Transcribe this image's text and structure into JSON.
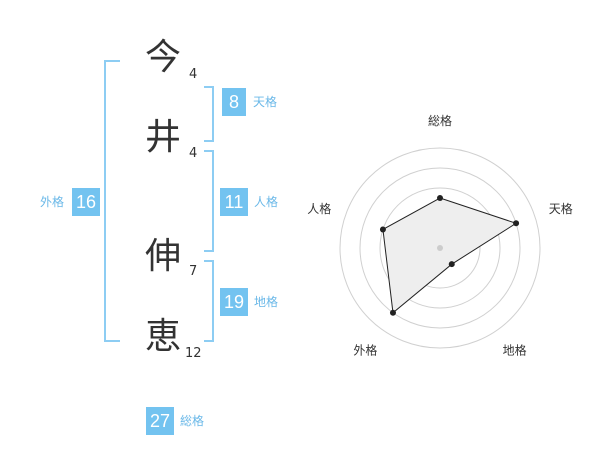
{
  "name": {
    "chars": [
      {
        "char": "今",
        "strokes": "4"
      },
      {
        "char": "井",
        "strokes": "4"
      },
      {
        "char": "伸",
        "strokes": "7"
      },
      {
        "char": "恵",
        "strokes": "12"
      }
    ]
  },
  "kaku": {
    "tenkaku": {
      "value": "8",
      "label": "天格"
    },
    "jinkaku": {
      "value": "11",
      "label": "人格"
    },
    "chikaku": {
      "value": "19",
      "label": "地格"
    },
    "gaikaku": {
      "value": "16",
      "label": "外格"
    },
    "soukaku": {
      "value": "27",
      "label": "総格"
    }
  },
  "colors": {
    "badge": "#73c3f0",
    "label": "#6ab8e8",
    "bracket": "#8dcdf3",
    "ring": "#d0d0d0",
    "fill": "#eeeeee",
    "line": "#222222"
  },
  "chart_data": {
    "type": "radar",
    "axes": [
      "総格",
      "天格",
      "地格",
      "外格",
      "人格"
    ],
    "values": [
      2.5,
      4,
      1,
      4,
      3
    ],
    "max": 5,
    "rings": 5
  }
}
